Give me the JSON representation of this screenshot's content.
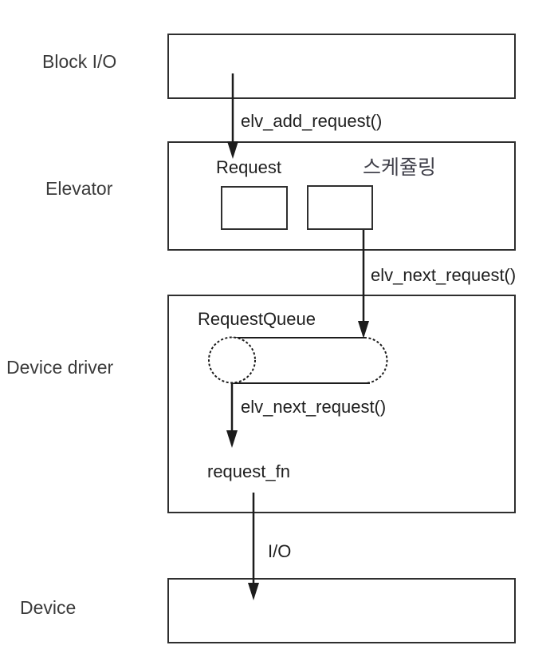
{
  "labels": {
    "block_io": "Block I/O",
    "elevator": "Elevator",
    "device_driver": "Device driver",
    "device": "Device"
  },
  "annotations": {
    "elv_add_request": "elv_add_request()",
    "request": "Request",
    "scheduling_ko": "스케쥴링",
    "elv_next_request_outer": "elv_next_request()",
    "request_queue": "RequestQueue",
    "elv_next_request_inner": "elv_next_request()",
    "request_fn": "request_fn",
    "io": "I/O"
  },
  "colors": {
    "line": "#1c1c1c",
    "border": "#2f2f2f",
    "text": "#1e1e1e",
    "side_label_text": "#3a3a3a",
    "background": "#ffffff"
  }
}
